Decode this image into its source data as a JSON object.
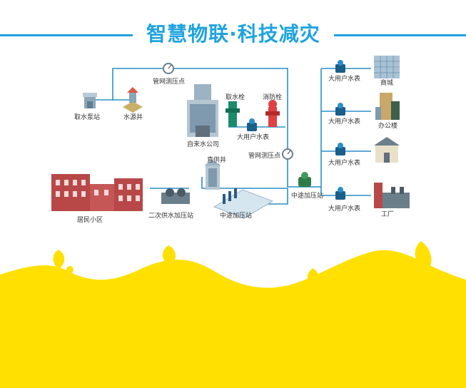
{
  "title": "智慧物联·科技减灾",
  "nodes": {
    "intake_pump": "取水泵站",
    "source_well": "水源井",
    "pressure_point_top": "管网测压点",
    "water_company": "自来水公司",
    "hydrant_intake": "取水栓",
    "hydrant_fire": "消防栓",
    "meter_mid": "大用户水表",
    "pressure_point_mid": "管网测压点",
    "booster_right": "中途加压站",
    "booster_mid": "中途加压站",
    "direct_well": "直供井",
    "secondary_booster": "二次供水加压站",
    "residential": "居民小区",
    "meter_mall": "大用户水表",
    "mall": "商城",
    "meter_office": "大用户水表",
    "office": "办公楼",
    "meter_school": "大用户水表",
    "meter_factory": "大用户水表",
    "factory": "工厂"
  },
  "colors": {
    "accent": "#1fa3e0",
    "pipe": "#2a8fc7",
    "yellow": "#ffe000",
    "gauge": "#6b7f8a"
  }
}
